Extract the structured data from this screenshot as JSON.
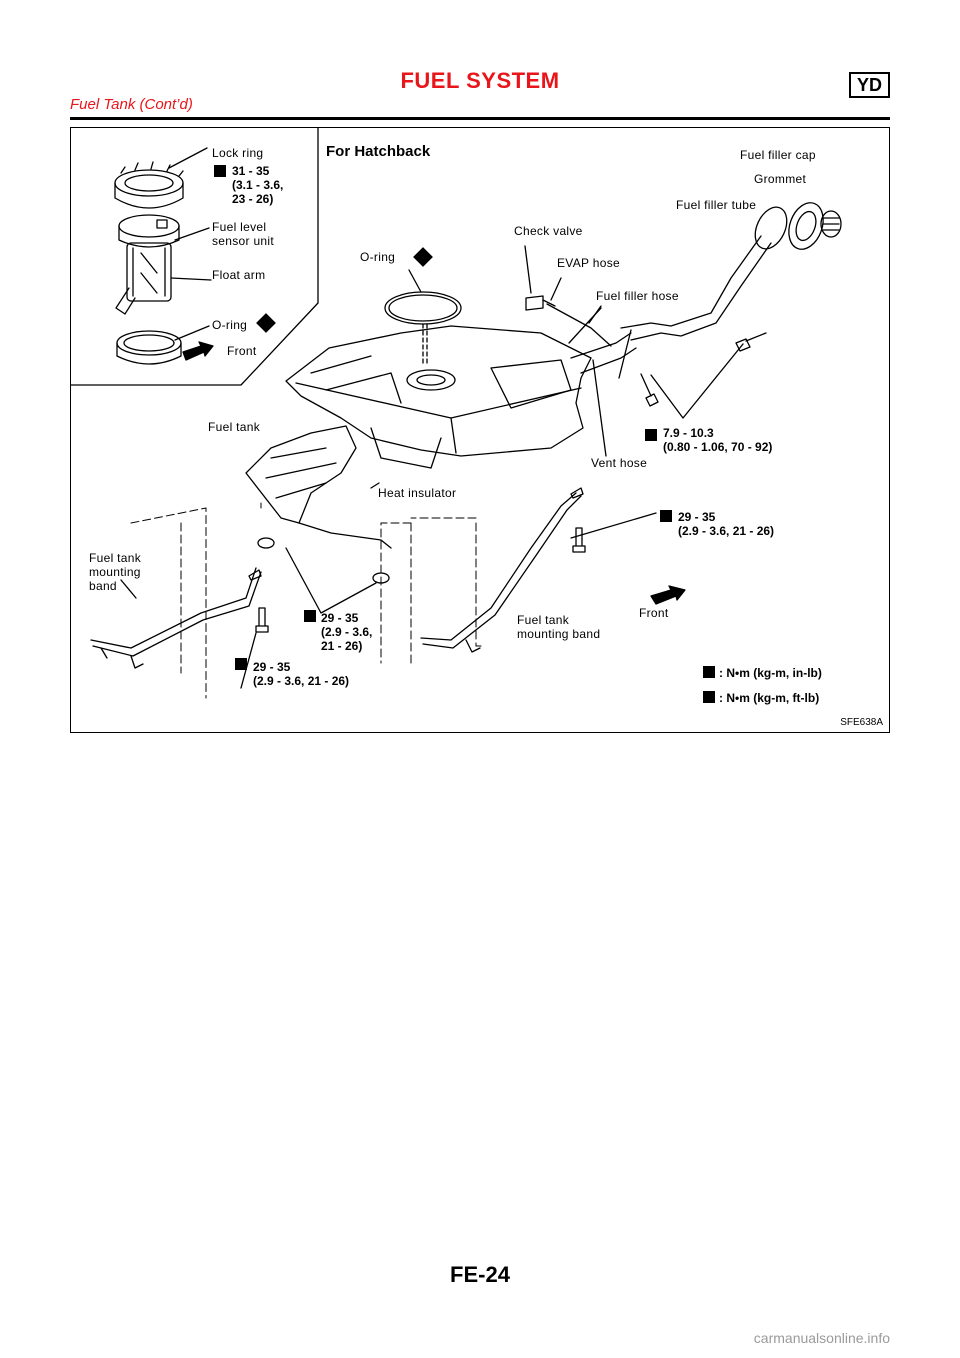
{
  "header": {
    "title": "FUEL SYSTEM",
    "engine_code": "YD",
    "subtitle": "Fuel Tank (Cont’d)"
  },
  "figure": {
    "title": "For Hatchback",
    "figure_id": "SFE638A",
    "labels": {
      "lock_ring": "Lock ring",
      "fuel_level_sensor_unit": "Fuel level\nsensor unit",
      "float_arm": "Float arm",
      "o_ring_inset": "O-ring",
      "front_inset": "Front",
      "o_ring_main": "O-ring",
      "check_valve": "Check valve",
      "evap_hose": "EVAP hose",
      "fuel_filler_hose": "Fuel filler hose",
      "fuel_filler_tube": "Fuel filler tube",
      "grommet": "Grommet",
      "fuel_filler_cap": "Fuel filler cap",
      "fuel_tank": "Fuel tank",
      "vent_hose": "Vent hose",
      "heat_insulator": "Heat insulator",
      "mounting_band_left": "Fuel tank\nmounting\nband",
      "mounting_band_right": "Fuel tank\nmounting band",
      "front_main": "Front"
    },
    "torques": {
      "lock_ring": "31 - 35\n(3.1 - 3.6,\n23 - 26)",
      "filler_bolts": "7.9 - 10.3\n(0.80 - 1.06, 70 - 92)",
      "band_right": "29 - 35\n(2.9 - 3.6, 21 - 26)",
      "band_center": "29 - 35\n(2.9 - 3.6,\n21 - 26)",
      "band_left": "29 - 35\n(2.9 - 3.6, 21 - 26)"
    },
    "legend": {
      "in_lb": ": N•m (kg-m, in-lb)",
      "ft_lb": ": N•m (kg-m, ft-lb)"
    }
  },
  "footer": {
    "page_number": "FE-24",
    "watermark": "carmanualsonline.info"
  }
}
